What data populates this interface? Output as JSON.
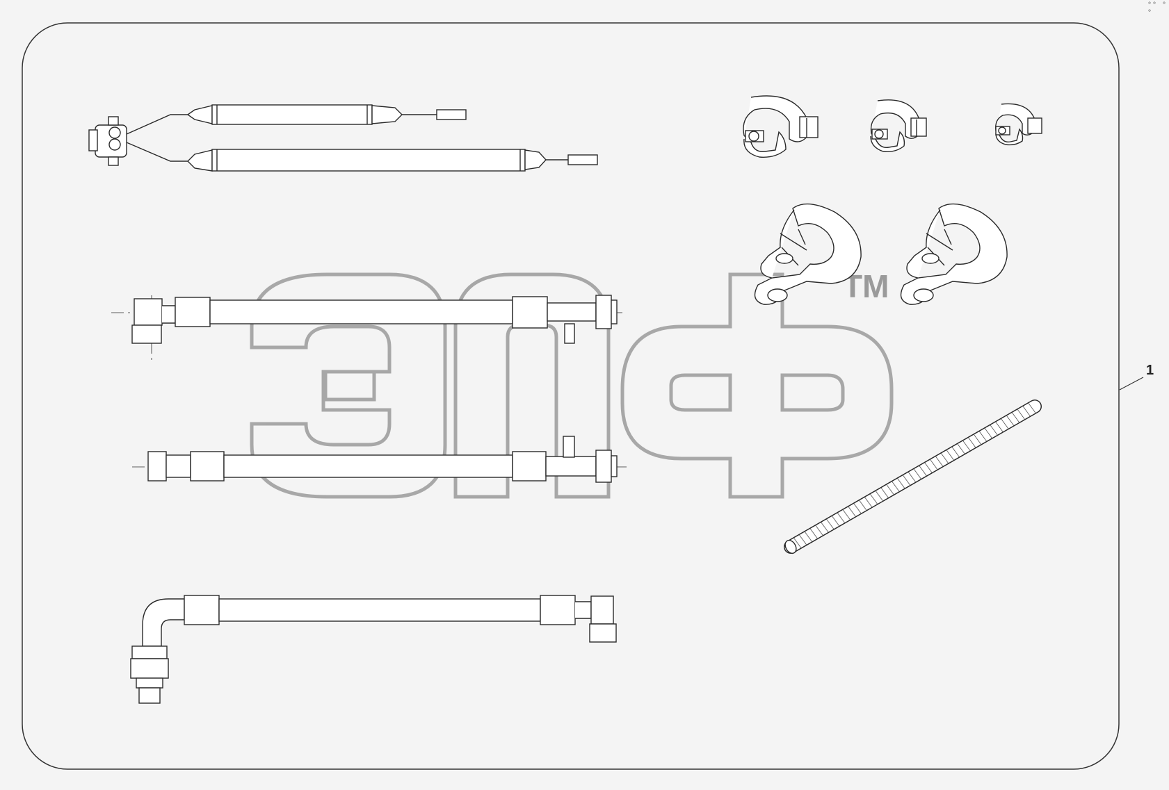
{
  "callout": {
    "number": "1"
  },
  "corner_mark": "°° °°",
  "watermark": {
    "text": "эпф",
    "trademark": "TM"
  },
  "parts": [
    "wiring-harness",
    "hose-clamp-large",
    "hose-clamp-medium",
    "hose-clamp-small",
    "p-clamp-left",
    "p-clamp-right",
    "hydraulic-hose-upper",
    "hydraulic-hose-middle",
    "hydraulic-hose-lower",
    "corrugated-conduit"
  ],
  "colors": {
    "line": "#2a2a2a",
    "watermark_stroke": "#9a9a9a",
    "background": "#f4f4f4"
  }
}
